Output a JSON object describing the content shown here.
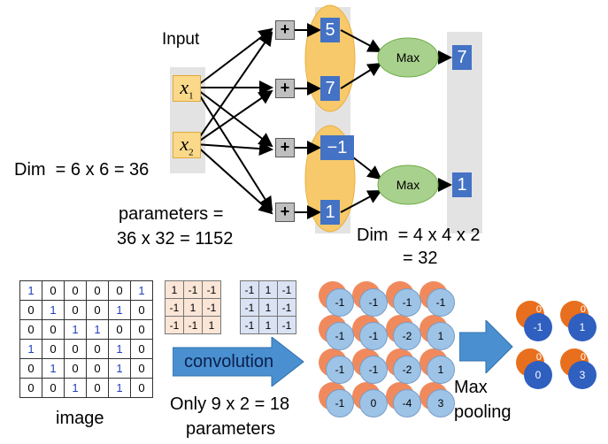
{
  "top": {
    "input_label": "Input",
    "x1_label": "x",
    "x1_sub": "1",
    "x2_label": "x",
    "x2_sub": "2",
    "plus_symbol": "+",
    "sums": [
      "5",
      "7",
      "−1",
      "1"
    ],
    "max_label": "Max",
    "max_outputs": [
      "7",
      "1"
    ],
    "dim_left": "Dim  = 6 x 6 = 36",
    "params_line1": "parameters =",
    "params_line2": "36 x 32 = 1152",
    "dim_right_line1": "Dim  = 4 x 4 x 2",
    "dim_right_line2": "= 32"
  },
  "bottom": {
    "image_matrix": [
      [
        "1",
        "0",
        "0",
        "0",
        "0",
        "1"
      ],
      [
        "0",
        "1",
        "0",
        "0",
        "1",
        "0"
      ],
      [
        "0",
        "0",
        "1",
        "1",
        "0",
        "0"
      ],
      [
        "1",
        "0",
        "0",
        "0",
        "1",
        "0"
      ],
      [
        "0",
        "1",
        "0",
        "0",
        "1",
        "0"
      ],
      [
        "0",
        "0",
        "1",
        "0",
        "1",
        "0"
      ]
    ],
    "image_label": "image",
    "filter1": [
      [
        "1",
        "-1",
        "-1"
      ],
      [
        "-1",
        "1",
        "-1"
      ],
      [
        "-1",
        "-1",
        "1"
      ]
    ],
    "filter2": [
      [
        "-1",
        "1",
        "-1"
      ],
      [
        "-1",
        "1",
        "-1"
      ],
      [
        "-1",
        "1",
        "-1"
      ]
    ],
    "conv_label": "convolution",
    "only_line1": "Only 9 x 2 = 18",
    "only_line2": "parameters",
    "feature_values": [
      [
        "-1",
        "-1",
        "-1",
        "-1"
      ],
      [
        "-1",
        "-1",
        "-2",
        "1"
      ],
      [
        "-1",
        "-1",
        "-2",
        "1"
      ],
      [
        "-1",
        "0",
        "-4",
        "3"
      ]
    ],
    "maxpool_line1": "Max",
    "maxpool_line2": "pooling",
    "pooled": [
      "-1",
      "1",
      "0",
      "3"
    ],
    "pooled_hidden": [
      "0",
      "0",
      "0",
      "0"
    ]
  },
  "colors": {
    "input_fill": "#fbd98a",
    "blue_box": "#4472c4",
    "ellipse": "#f7c96a",
    "max_fill": "#a9d18e",
    "gray_band": "#e3e3e3",
    "filter1_bg": "#fbe5d6",
    "filter2_bg": "#dae3f3",
    "arrow_blue": "#4a90d0",
    "orange_circle": "#f08a5d",
    "blue_circle": "#9dc3e6",
    "dark_orange": "#e86f1e",
    "dark_blue": "#2f5fbf"
  }
}
